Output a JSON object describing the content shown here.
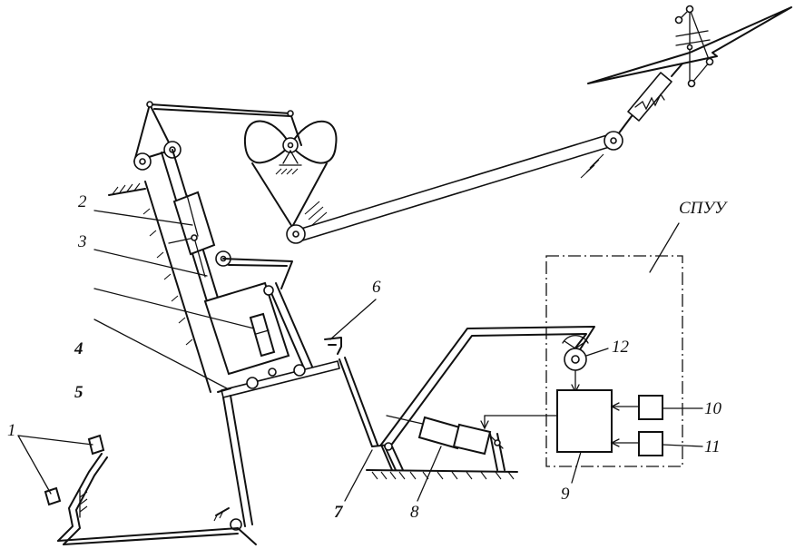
{
  "labels": {
    "spuu": "СПУУ",
    "n1": "1",
    "n2": "2",
    "n3": "3",
    "n4": "4",
    "n5": "5",
    "n6": "6",
    "n7": "7",
    "n8": "8",
    "n9": "9",
    "n10": "10",
    "n11": "11",
    "n12": "12"
  }
}
